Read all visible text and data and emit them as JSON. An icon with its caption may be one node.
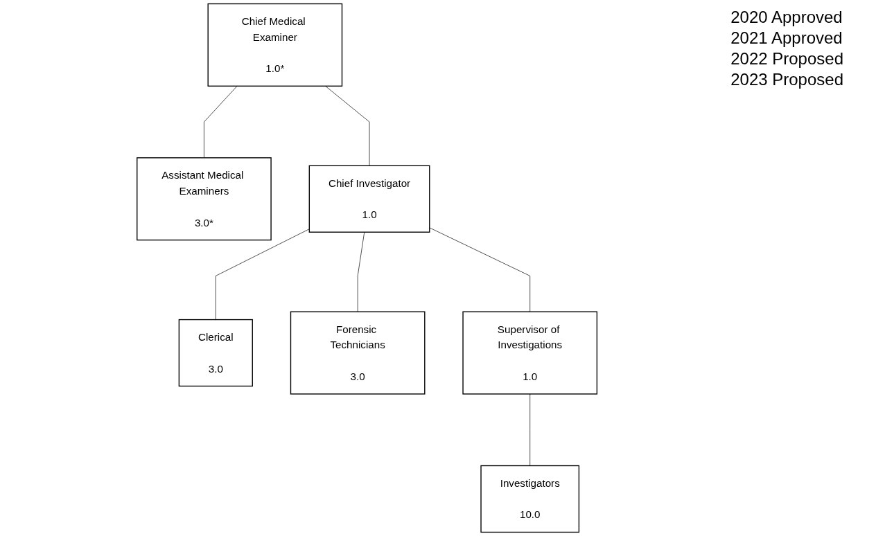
{
  "diagram": {
    "nodes": [
      {
        "text": [
          "Chief Medical Examiner",
          "1.0*"
        ]
      },
      {
        "text": [
          "Assistant Medical Examiners",
          "3.0*"
        ]
      },
      {
        "text": [
          "Chief Investigator",
          "1.0"
        ]
      },
      {
        "text": [
          "Supervisor of Investigations",
          "1.0"
        ]
      },
      {
        "text": [
          "Clerical",
          "3.0"
        ]
      },
      {
        "text": [
          "Forensic Technicians",
          "3.0"
        ]
      },
      {
        "text": [
          "Investigators",
          "10.0"
        ]
      }
    ],
    "edges": [
      {
        "from": 0,
        "to": 1,
        "arrow": "none"
      },
      {
        "from": 0,
        "to": 2,
        "arrow": "none"
      },
      {
        "from": 2,
        "to": 4,
        "arrow": "none"
      },
      {
        "from": 2,
        "to": 5,
        "arrow": "none"
      },
      {
        "from": 2,
        "to": 3,
        "arrow": "none"
      },
      {
        "from": 3,
        "to": 6,
        "arrow": "none"
      }
    ],
    "labels": [
      "2020 Approved",
      "2021 Approved",
      "2022 Proposed",
      "2023 Proposed"
    ]
  }
}
